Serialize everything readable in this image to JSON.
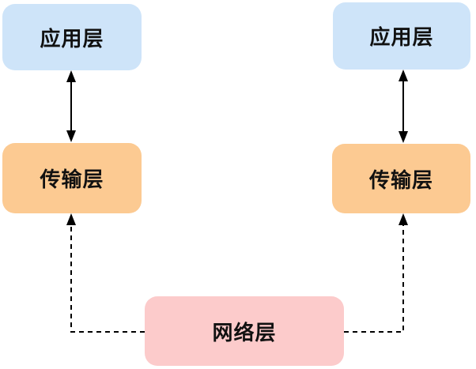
{
  "diagram": {
    "title": "protocol-layers-diagram",
    "background": "#ffffff",
    "text_color": "#111111",
    "arrow_color": "#000000",
    "nodes": {
      "app_left": {
        "label": "应用层",
        "fill": "#cee4f9"
      },
      "app_right": {
        "label": "应用层",
        "fill": "#cee4f9"
      },
      "transport_left": {
        "label": "传输层",
        "fill": "#fcca92"
      },
      "transport_right": {
        "label": "传输层",
        "fill": "#fcca92"
      },
      "network": {
        "label": "网络层",
        "fill": "#fccbcb"
      }
    },
    "edges": [
      {
        "from": "app_left",
        "to": "transport_left",
        "style": "solid",
        "arrows": "both"
      },
      {
        "from": "app_right",
        "to": "transport_right",
        "style": "solid",
        "arrows": "both"
      },
      {
        "from": "network",
        "to": "transport_left",
        "style": "dashed",
        "arrows": "to"
      },
      {
        "from": "network",
        "to": "transport_right",
        "style": "dashed",
        "arrows": "to"
      }
    ]
  }
}
